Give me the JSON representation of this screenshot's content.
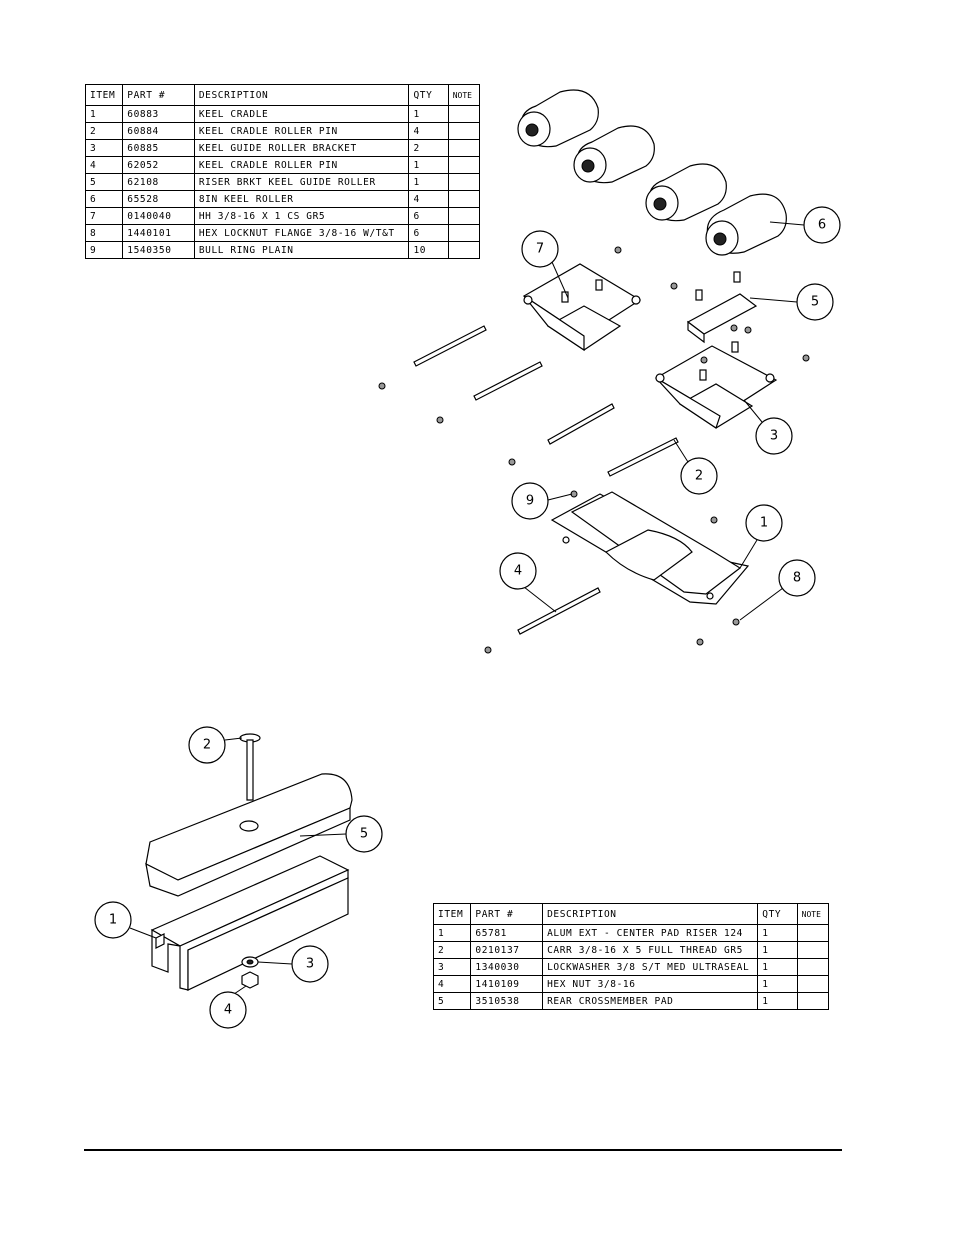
{
  "top_table": {
    "headers": [
      "ITEM",
      "PART #",
      "DESCRIPTION",
      "QTY",
      "NOTE"
    ],
    "rows": [
      [
        "1",
        "60883",
        "KEEL CRADLE",
        "1",
        ""
      ],
      [
        "2",
        "60884",
        "KEEL CRADLE ROLLER PIN",
        "4",
        ""
      ],
      [
        "3",
        "60885",
        "KEEL GUIDE ROLLER BRACKET",
        "2",
        ""
      ],
      [
        "4",
        "62052",
        "KEEL CRADLE ROLLER PIN",
        "1",
        ""
      ],
      [
        "5",
        "62108",
        "RISER BRKT KEEL GUIDE ROLLER",
        "1",
        ""
      ],
      [
        "6",
        "65528",
        "8IN KEEL ROLLER",
        "4",
        ""
      ],
      [
        "7",
        "0140040",
        "HH 3/8-16 X 1 CS GR5",
        "6",
        ""
      ],
      [
        "8",
        "1440101",
        "HEX LOCKNUT FLANGE 3/8-16 W/T&T",
        "6",
        ""
      ],
      [
        "9",
        "1540350",
        "BULL RING PLAIN",
        "10",
        ""
      ]
    ]
  },
  "bottom_table": {
    "headers": [
      "ITEM",
      "PART #",
      "DESCRIPTION",
      "QTY",
      "NOTE"
    ],
    "rows": [
      [
        "1",
        "65781",
        "ALUM EXT - CENTER PAD RISER 124",
        "1",
        ""
      ],
      [
        "2",
        "0210137",
        "CARR 3/8-16 X 5 FULL THREAD GR5",
        "1",
        ""
      ],
      [
        "3",
        "1340030",
        "LOCKWASHER 3/8 S/T MED ULTRASEAL",
        "1",
        ""
      ],
      [
        "4",
        "1410109",
        "HEX NUT 3/8-16",
        "1",
        ""
      ],
      [
        "5",
        "3510538",
        "REAR CROSSMEMBER PAD",
        "1",
        ""
      ]
    ]
  },
  "keel_cradle_callouts": [
    "7",
    "6",
    "5",
    "3",
    "2",
    "9",
    "1",
    "8",
    "4"
  ],
  "riser_callouts": [
    "2",
    "5",
    "1",
    "3",
    "4"
  ]
}
